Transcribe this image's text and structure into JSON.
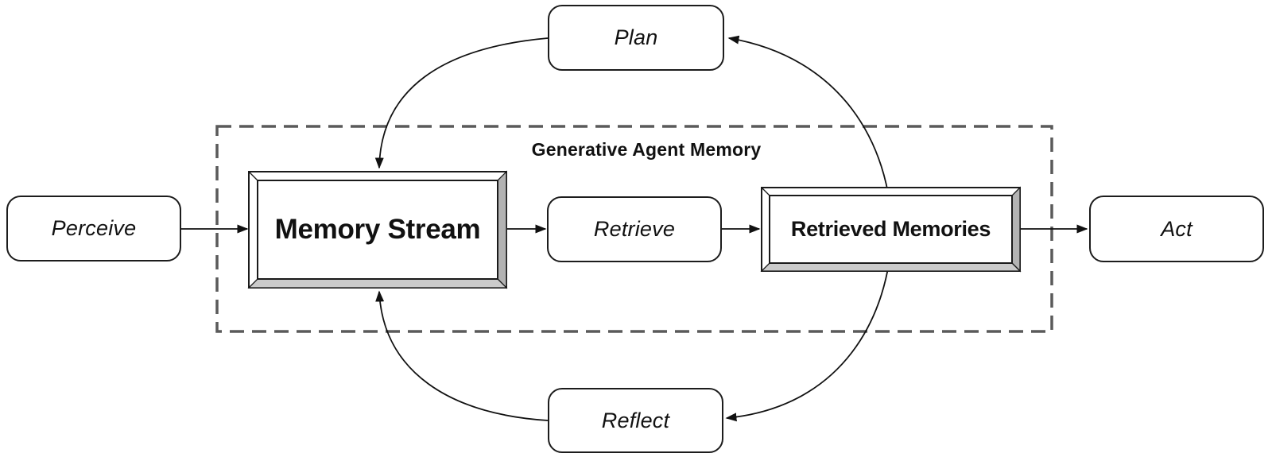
{
  "title": "Generative Agent Memory",
  "nodes": {
    "perceive": {
      "label": "Perceive"
    },
    "memory_stream": {
      "label": "Memory Stream"
    },
    "retrieve": {
      "label": "Retrieve"
    },
    "retrieved_memories": {
      "label": "Retrieved Memories"
    },
    "act": {
      "label": "Act"
    },
    "plan": {
      "label": "Plan"
    },
    "reflect": {
      "label": "Reflect"
    }
  },
  "edges": [
    {
      "from": "Perceive",
      "to": "Memory Stream"
    },
    {
      "from": "Memory Stream",
      "to": "Retrieve"
    },
    {
      "from": "Retrieve",
      "to": "Retrieved Memories"
    },
    {
      "from": "Retrieved Memories",
      "to": "Act"
    },
    {
      "from": "Plan",
      "to": "Memory Stream"
    },
    {
      "from": "Retrieved Memories",
      "to": "Plan"
    },
    {
      "from": "Retrieved Memories",
      "to": "Reflect"
    },
    {
      "from": "Reflect",
      "to": "Memory Stream"
    }
  ],
  "colors": {
    "background": "#ffffff",
    "line": "#111111",
    "text": "#111111",
    "dashed_border": "#5a5a5a",
    "bevel_side": "#b3b3b3",
    "bevel_bottom": "#cbcbcb"
  }
}
